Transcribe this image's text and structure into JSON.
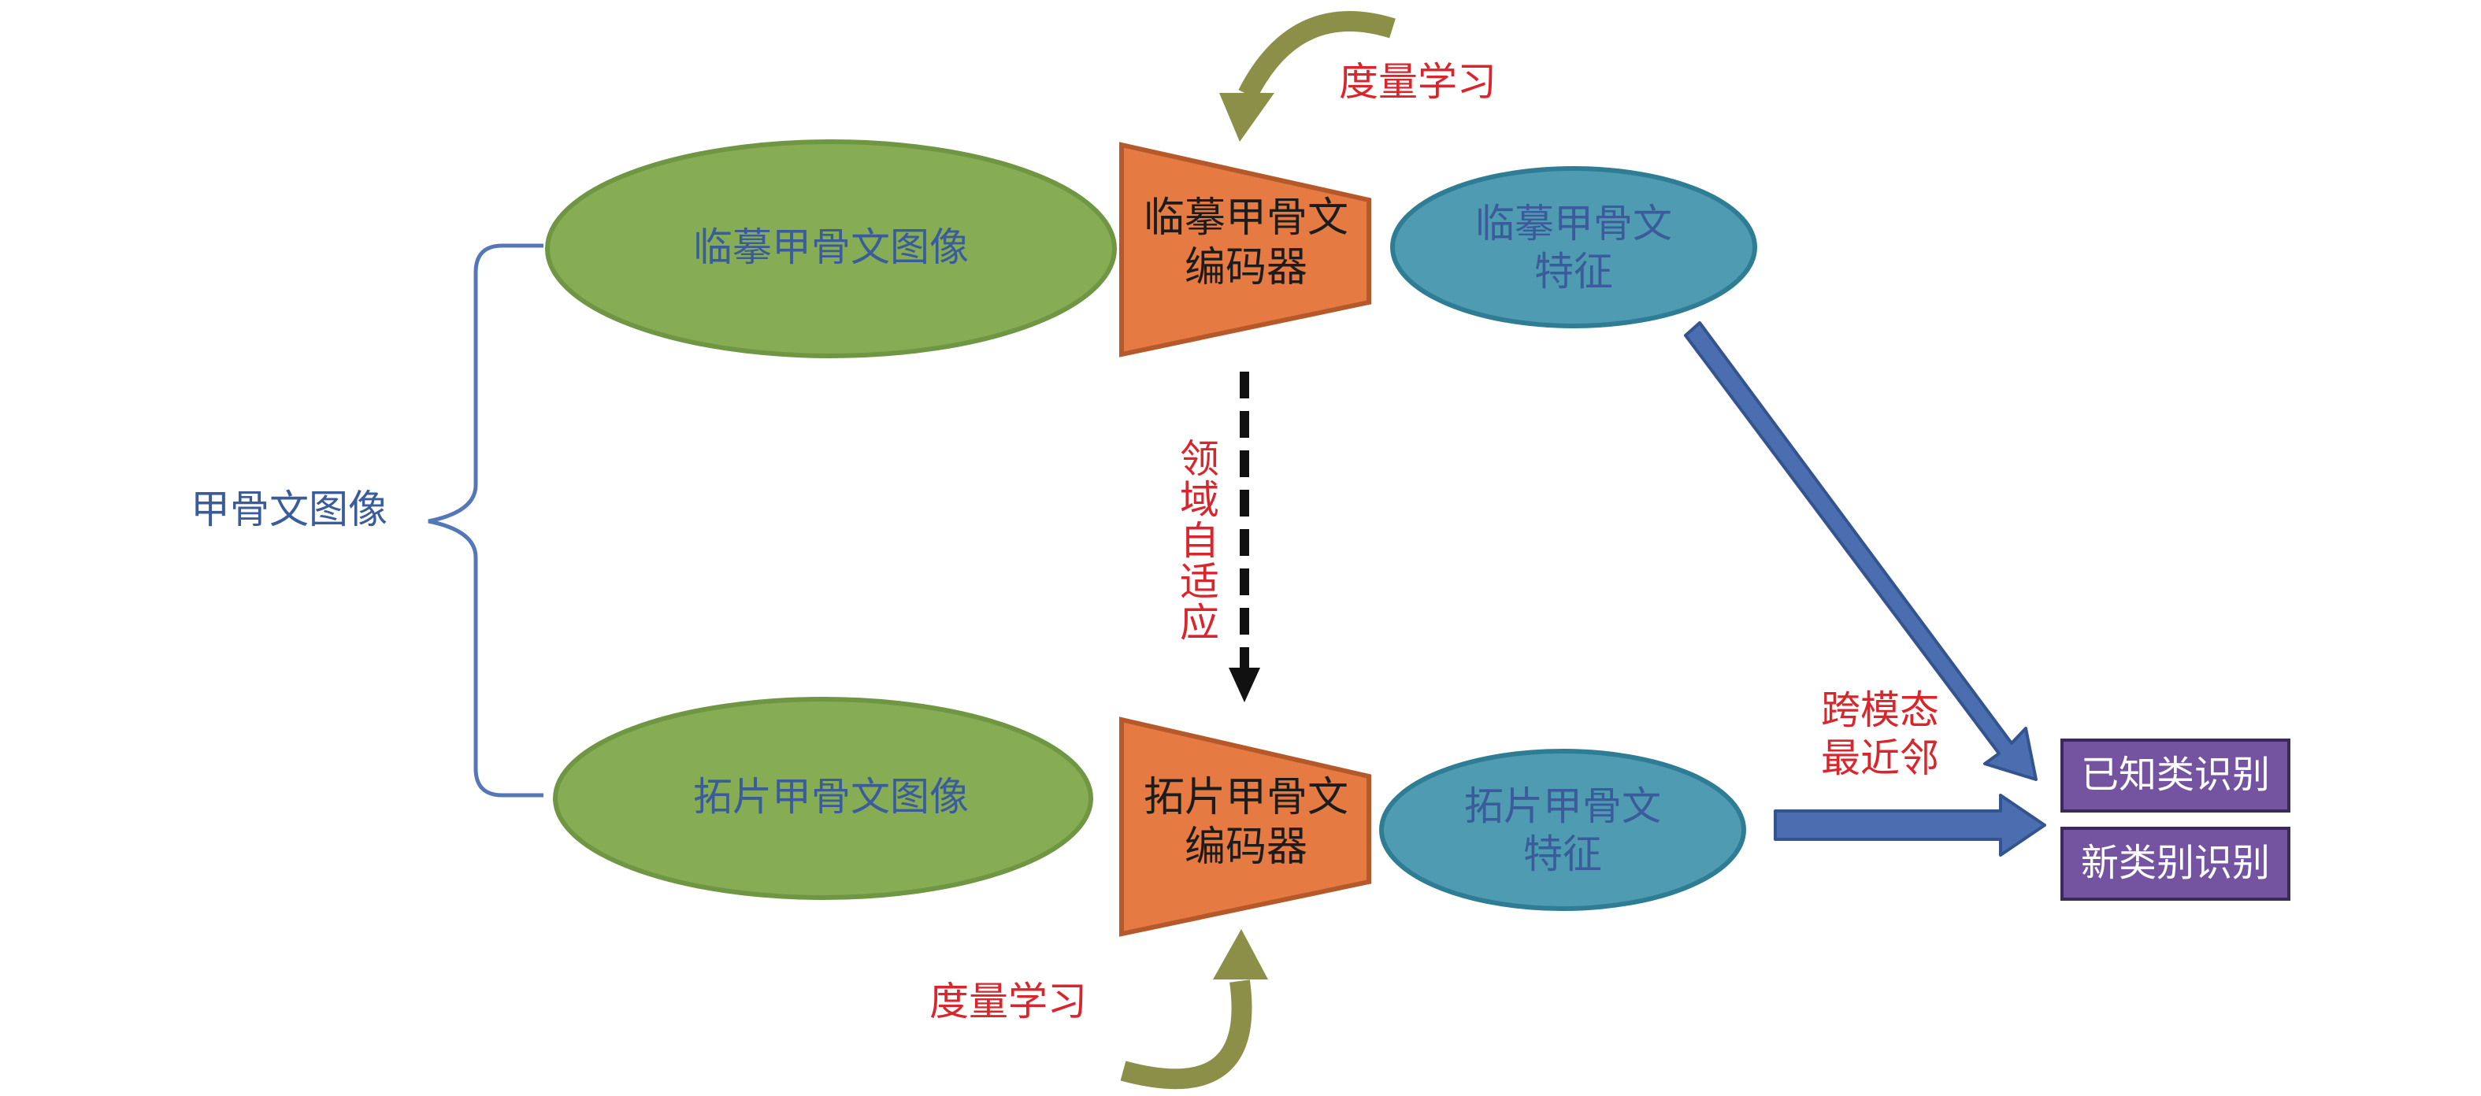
{
  "diagram": {
    "root_label": "甲骨文图像",
    "nodes": {
      "copy_image": "临摹甲骨文图像",
      "rubbing_image": "拓片甲骨文图像",
      "copy_encoder": [
        "临摹甲骨文",
        "编码器"
      ],
      "rubbing_encoder": [
        "拓片甲骨文",
        "编码器"
      ],
      "copy_feature": [
        "临摹甲骨文",
        "特征"
      ],
      "rubbing_feature": [
        "拓片甲骨文",
        "特征"
      ]
    },
    "annotations": {
      "metric_learning_top": "度量学习",
      "metric_learning_bottom": "度量学习",
      "domain_adaptation": "领域自适应",
      "cross_modal_nn": [
        "跨模态",
        "最近邻"
      ]
    },
    "outputs": {
      "known_class": "已知类识别",
      "novel_class": "新类别识别"
    },
    "colors": {
      "ellipse_green": "#86ad54",
      "ellipse_green_border": "#6f9643",
      "encoder_orange": "#e57b42",
      "encoder_orange_border": "#b5592a",
      "feature_teal": "#4f9bb2",
      "feature_teal_border": "#2e7d95",
      "arrow_blue": "#4a6eb0",
      "arrow_blue_border": "#34548f",
      "curved_arrow_olive": "#8c8f48",
      "output_purple": "#7453a0",
      "output_purple_border": "#3a2a57",
      "label_blue": "#3b5c9b",
      "label_red": "#d9262c"
    }
  }
}
